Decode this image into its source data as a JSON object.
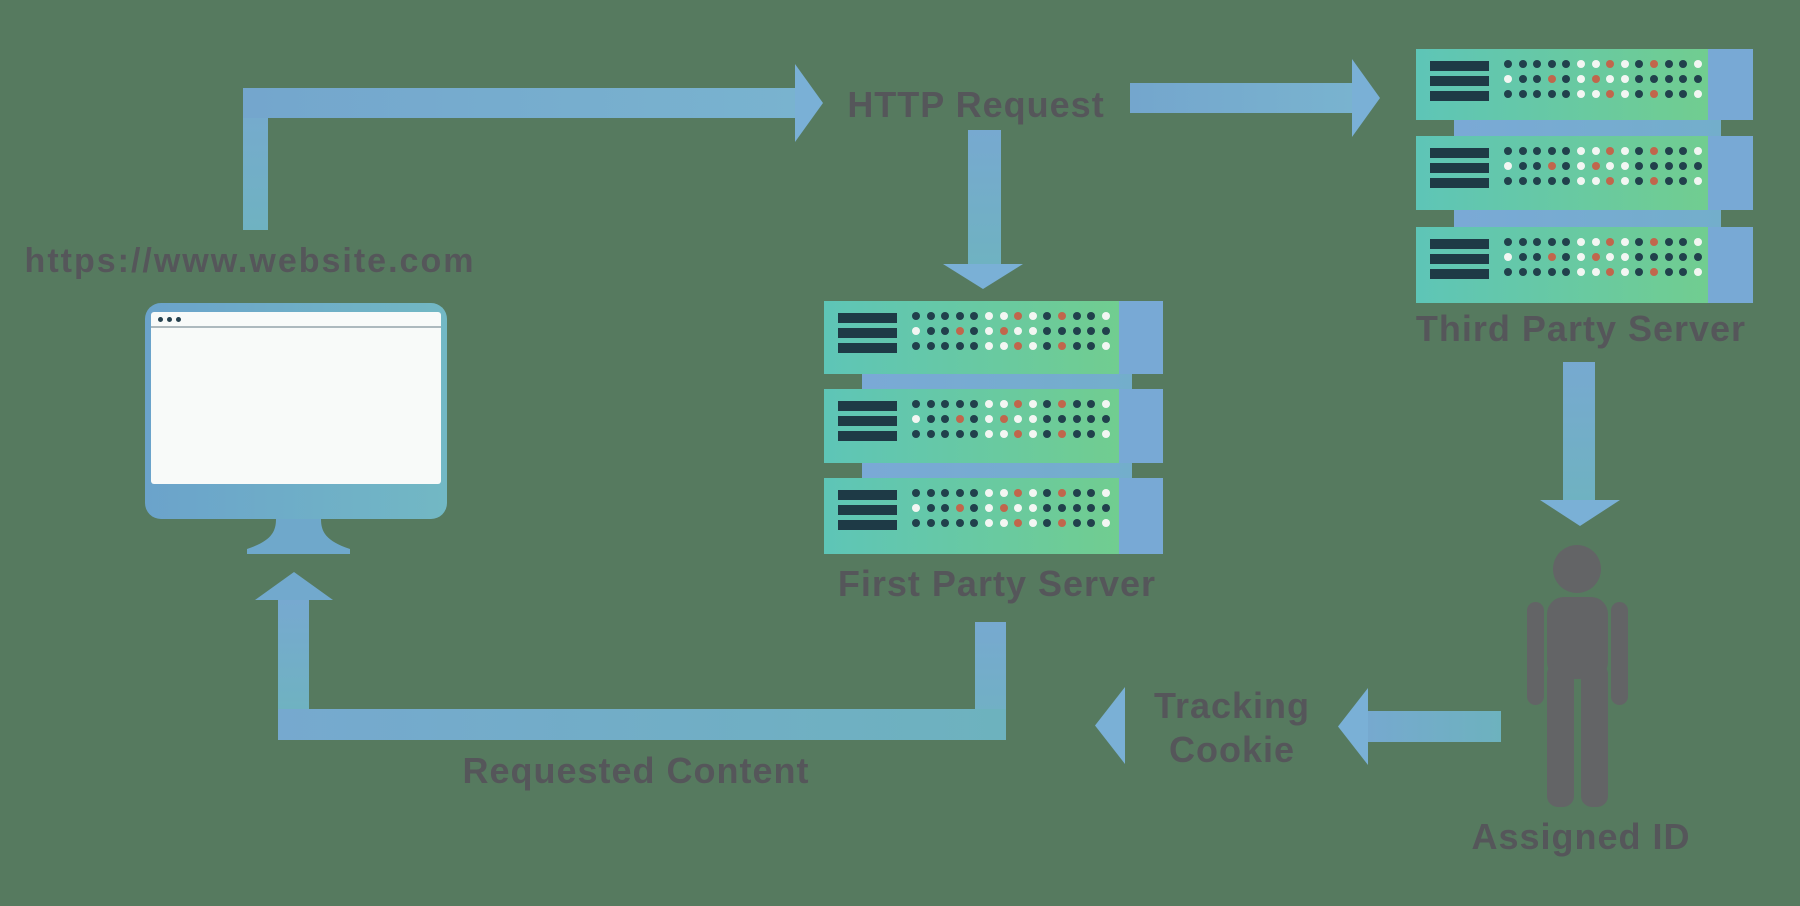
{
  "labels": {
    "website_url": "https://www.website.com",
    "http_request": "HTTP Request",
    "third_party_server": "Third Party Server",
    "first_party_server": "First Party Server",
    "requested_content": "Requested Content",
    "tracking_cookie_line1": "Tracking",
    "tracking_cookie_line2": "Cookie",
    "assigned_id": "Assigned ID"
  },
  "colors": {
    "background": "#567A5F",
    "label_text": "#55565A",
    "arrow_blue": "#76A9CF",
    "arrow_teal": "#6DB2BE",
    "server_body_teal": "#5EC5B7",
    "server_body_green": "#71CD90",
    "server_led_bar": "#1E3A46",
    "server_tab_blue": "#78A9D5",
    "monitor_frame_blue": "#6BA3CB",
    "monitor_frame_teal": "#72B8C4",
    "screen_white": "#F8FAF9",
    "person_gray": "#636466"
  },
  "servers": {
    "units_per_stack": 3,
    "led_bars_per_unit": 3,
    "dot_rows": [
      "DDDDDWWOWDODDW",
      "WDDODWOWWDDDDD",
      "DDDDDWWOWDODDW"
    ],
    "dot_colors": {
      "D": "#21404C",
      "W": "#F3F6F3",
      "O": "#C1664C"
    }
  },
  "flows": [
    {
      "from": "browser",
      "label": "HTTP Request",
      "to": "third-party-server and first-party-server"
    },
    {
      "from": "third-party-server",
      "label": "",
      "to": "assigned-id-person"
    },
    {
      "from": "assigned-id-person",
      "label": "Tracking Cookie",
      "to": "returned content path"
    },
    {
      "from": "first-party-server",
      "label": "Requested Content",
      "to": "browser"
    }
  ]
}
